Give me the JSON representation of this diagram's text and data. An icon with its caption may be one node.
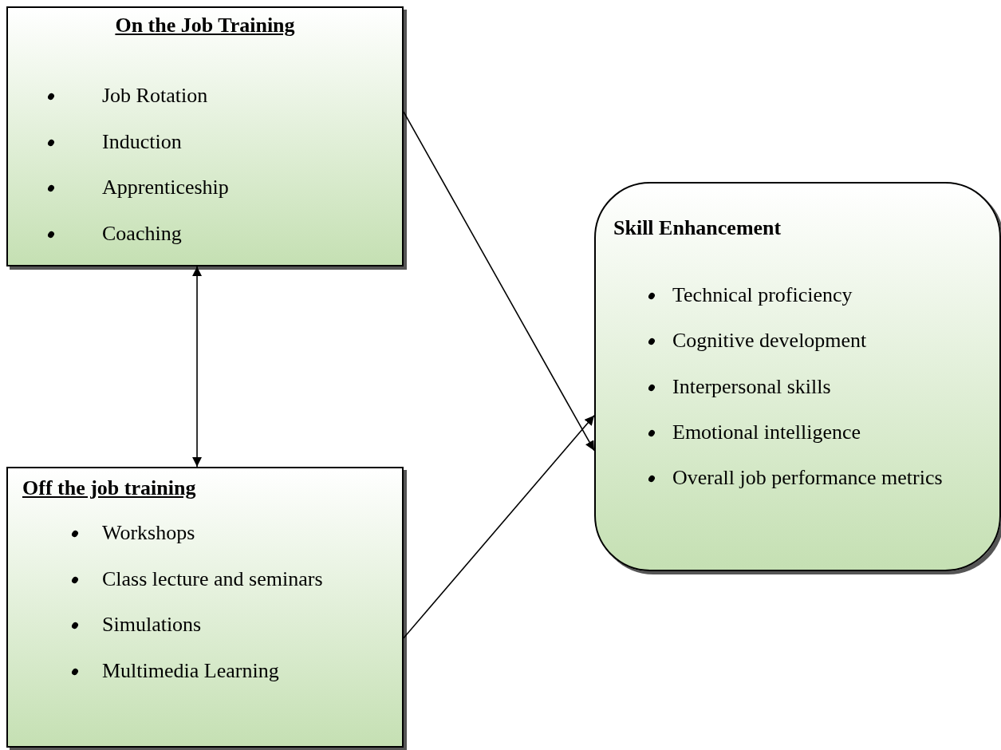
{
  "diagram": {
    "nodes": [
      {
        "text": [
          "On the Job Training",
          "Job Rotation",
          "Induction",
          "Apprenticeship",
          "Coaching"
        ]
      },
      {
        "text": [
          "Off the job training",
          "Workshops",
          "Class lecture and seminars",
          "Simulations",
          "Multimedia Learning"
        ]
      },
      {
        "text": [
          "Skill Enhancement",
          "Technical proficiency",
          "Cognitive development",
          "Interpersonal skills",
          "Emotional intelligence",
          "Overall job performance metrics"
        ]
      }
    ],
    "edges": [
      {
        "from": 0,
        "to": 2,
        "arrow": "to"
      },
      {
        "from": 1,
        "to": 2,
        "arrow": "to"
      },
      {
        "from": 0,
        "to": 1,
        "arrow": "both"
      }
    ]
  }
}
